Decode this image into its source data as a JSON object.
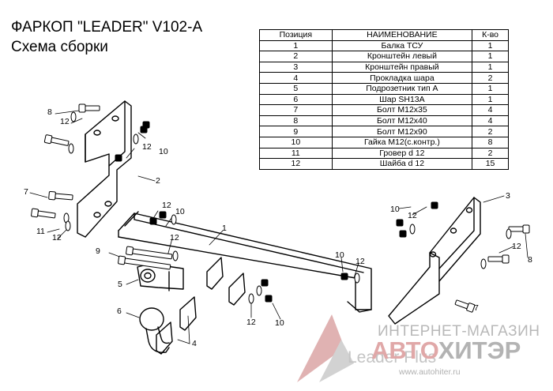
{
  "header": {
    "title": "ФАРКОП \"LEADER\" V102-A",
    "subtitle": "Схема сборки"
  },
  "parts_table": {
    "headers": [
      "Позиция",
      "НАИМЕНОВАНИЕ",
      "К-во"
    ],
    "rows": [
      [
        "1",
        "Балка ТСУ",
        "1"
      ],
      [
        "2",
        "Кронштейн левый",
        "1"
      ],
      [
        "3",
        "Кронштейн правый",
        "1"
      ],
      [
        "4",
        "Прокладка шара",
        "2"
      ],
      [
        "5",
        "Подрозетник тип А",
        "1"
      ],
      [
        "6",
        "Шар SH13A",
        "1"
      ],
      [
        "7",
        "Болт М12х35",
        "4"
      ],
      [
        "8",
        "Болт М12х40",
        "4"
      ],
      [
        "9",
        "Болт М12х90",
        "2"
      ],
      [
        "10",
        "Гайка М12(с.контр.)",
        "8"
      ],
      [
        "11",
        "Гровер d 12",
        "2"
      ],
      [
        "12",
        "Шайба d 12",
        "15"
      ]
    ]
  },
  "callouts": [
    "8",
    "12",
    "12",
    "10",
    "2",
    "7",
    "11",
    "12",
    "12",
    "10",
    "1",
    "9",
    "12",
    "5",
    "6",
    "4",
    "12",
    "10",
    "10",
    "12",
    "10",
    "12",
    "3",
    "8",
    "12",
    "7"
  ],
  "watermark": {
    "line1": "ИНТЕРНЕТ-МАГАЗИН",
    "brand_red": "АВТО",
    "brand_rest": "ХИТЭР",
    "url": "www.autohiter.ru",
    "logo_text": "Leader Plus"
  }
}
